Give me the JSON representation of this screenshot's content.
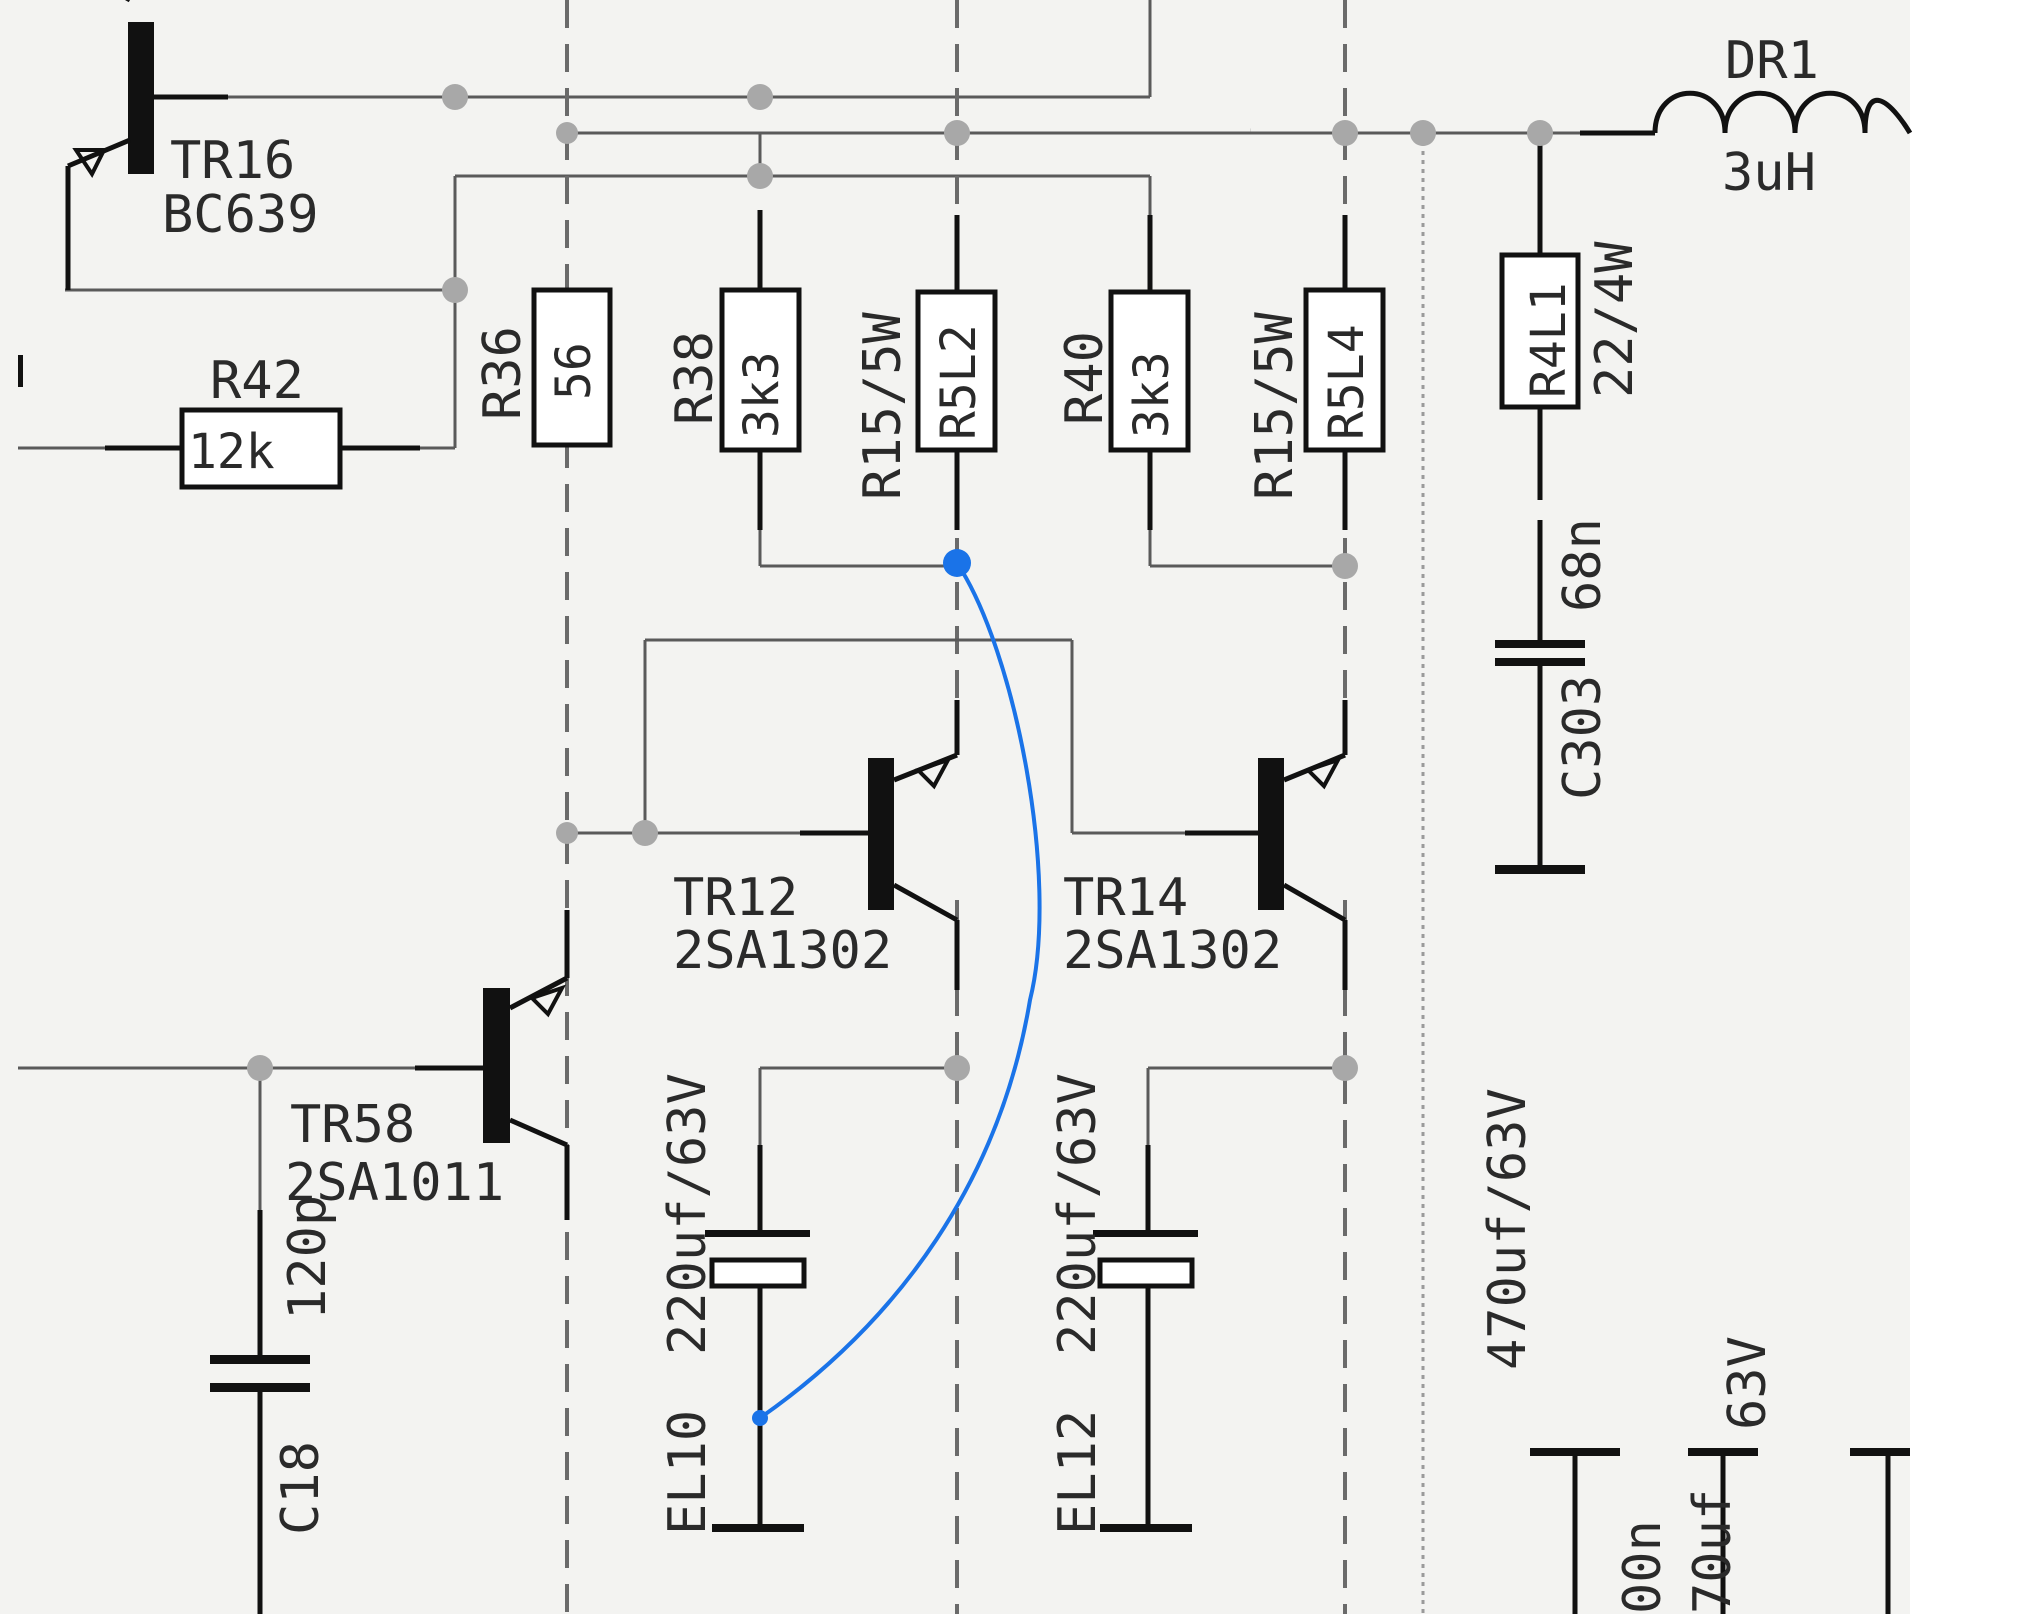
{
  "components": {
    "tr16": {
      "name": "TR16",
      "part": "BC639"
    },
    "dr1": {
      "name": "DR1",
      "value": "3uH"
    },
    "r42": {
      "name": "R42",
      "value": "12k"
    },
    "r36": {
      "name": "R36",
      "value": "56"
    },
    "r38": {
      "name": "R38",
      "value": "3k3"
    },
    "r5l2": {
      "name": "R5L2",
      "value": "R15/5W"
    },
    "r40": {
      "name": "R40",
      "value": "3k3"
    },
    "r5l4": {
      "name": "R5L4",
      "value": "R15/5W"
    },
    "r4l1": {
      "name": "R4L1",
      "value": "22/4W"
    },
    "c303": {
      "name": "C303",
      "value": "68n"
    },
    "tr12": {
      "name": "TR12",
      "part": "2SA1302"
    },
    "tr14": {
      "name": "TR14",
      "part": "2SA1302"
    },
    "tr58": {
      "name": "TR58",
      "part": "2SA1011"
    },
    "c18": {
      "name": "C18",
      "value": "120p"
    },
    "el10": {
      "name": "EL10",
      "value": "220uf/63V"
    },
    "el12": {
      "name": "EL12",
      "value": "220uf/63V"
    },
    "cap470": {
      "value": "470uf/63V"
    },
    "partial": {
      "a": "63V",
      "b": "70uf",
      "c": "00n"
    }
  },
  "overlay": {
    "color": "#1a73e8"
  }
}
